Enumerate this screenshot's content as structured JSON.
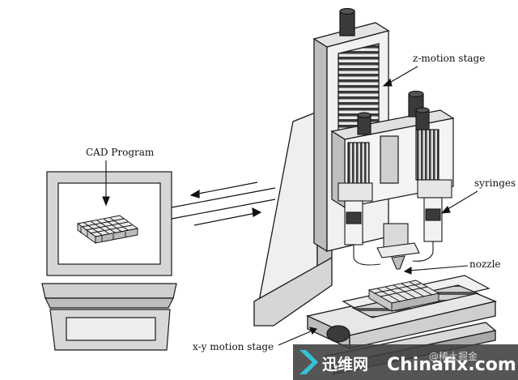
{
  "labels": {
    "cad_program": "CAD Program",
    "z_motion_stage": "z-motion stage",
    "syringes": "syringes",
    "nozzle": "nozzle",
    "xy_motion_stage": "x-y motion stage"
  },
  "watermark": {
    "brand_cn": "迅维网",
    "brand_en": "Chinafix.com",
    "faint_text": "@稀土掘金"
  },
  "colors": {
    "line": "#1a1a1a",
    "frame_light": "#eeeeee",
    "frame_mid": "#cfcfcf",
    "frame_dark": "#9a9a9a",
    "watermark_bg": "#3d3d3d",
    "watermark_accent": "#35c3d4"
  }
}
